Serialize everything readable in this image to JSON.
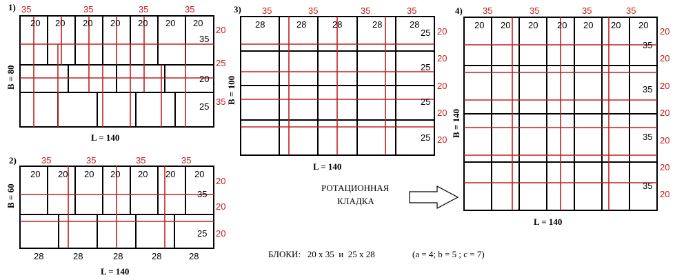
{
  "colors": {
    "accent_red": "#c0201e",
    "line_black": "#000000"
  },
  "panels": [
    {
      "id": "p1",
      "label": "1)",
      "width_label": "L = 140",
      "height_label": "B = 80",
      "top_dims": [
        "35",
        "35",
        "35",
        "35"
      ],
      "right_dims": [
        "20",
        "25",
        "35"
      ],
      "block_labels": [
        "20",
        "20",
        "20",
        "20",
        "20",
        "20",
        "20",
        "35",
        "20",
        "25"
      ]
    },
    {
      "id": "p2",
      "label": "2)",
      "width_label": "L = 140",
      "height_label": "B = 60",
      "top_dims": [
        "35",
        "35",
        "35",
        "35"
      ],
      "right_dims": [
        "20",
        "20",
        "20"
      ],
      "block_labels": [
        "20",
        "20",
        "20",
        "20",
        "20",
        "20",
        "20",
        "35",
        "25"
      ],
      "bottom_dims": [
        "28",
        "28",
        "28",
        "28",
        "28"
      ]
    },
    {
      "id": "p3",
      "label": "3)",
      "width_label": "L = 140",
      "height_label": "B = 100",
      "top_dims": [
        "35",
        "35",
        "35",
        "35"
      ],
      "right_dims": [
        "20",
        "20",
        "20",
        "20",
        "20"
      ],
      "block_labels": [
        "28",
        "28",
        "28",
        "28",
        "28",
        "25",
        "25",
        "25",
        "25"
      ]
    },
    {
      "id": "p4",
      "label": "4)",
      "width_label": "L = 140",
      "height_label": "B = 140",
      "top_dims": [
        "35",
        "35",
        "35",
        "35"
      ],
      "right_dims": [
        "20",
        "20",
        "20",
        "20",
        "20",
        "20",
        "20"
      ],
      "block_labels": [
        "20",
        "20",
        "20",
        "20",
        "20",
        "20",
        "20",
        "35",
        "35",
        "35",
        "35"
      ]
    }
  ],
  "rotation_label_line1": "РОТАЦИОННАЯ",
  "rotation_label_line2": "КЛАДКА",
  "blocks_caption": "БЛОКИ:   20 х 35  и  25 х 28",
  "params_caption": "(a = 4; b = 5 ; c = 7)"
}
